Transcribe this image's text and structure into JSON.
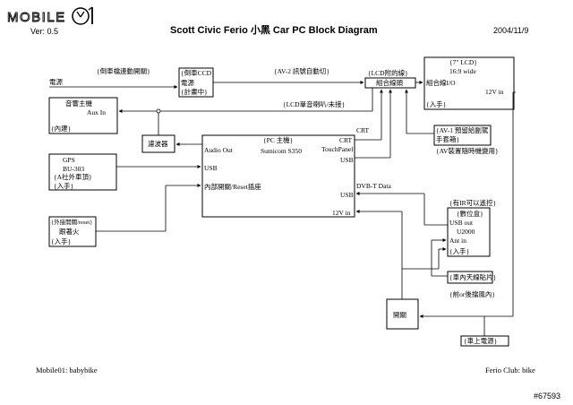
{
  "header": {
    "logo_text": "MOBILE",
    "logo_mark": "01",
    "version": "Ver: 0.5",
    "title": "Scott Civic Ferio 小黑 Car PC Block Diagram",
    "date": "2004/11/9"
  },
  "labels": {
    "power": "電源",
    "reverse_switch": "{倒車檔連動開關}",
    "av2": "{AV-2 訊號自動切}",
    "lcd_audio": "{LCD單音喇叭/未接}",
    "crt": "CRT",
    "dvb_data": "DVB-T Data"
  },
  "ccd": {
    "lines": [
      "{倒車CCD}",
      "電源",
      "{計畫中}"
    ]
  },
  "lcd_combo": {
    "label": "{LCD附的線}",
    "inner": "組合線頭"
  },
  "lcd": {
    "lines": [
      "{7\" LCD}",
      "16:9 wide",
      "組合線I/O",
      "12V in",
      "{入手}"
    ]
  },
  "audio": {
    "lines": [
      "音響主機",
      "Aux In",
      "{內建}"
    ]
  },
  "filter": {
    "label": "濾波器"
  },
  "pc": {
    "title": "{PC 主機}",
    "model": "Sumicom S350",
    "ports_left": [
      "Audio Out",
      "USB",
      "內部開關/Reset插座"
    ],
    "ports_right": [
      "CRT",
      "TouchPanel",
      "USB",
      "DVB-T Data",
      "USB",
      "12V in"
    ]
  },
  "av1": {
    "lines": [
      "{AV-1 預留給副駕",
      "手套箱}",
      "{AV裝置隨時機變用}"
    ]
  },
  "gps": {
    "lines": [
      "GPS",
      "BU-303",
      "{A社外車頂}",
      "{入手}"
    ]
  },
  "switch_box": {
    "lines": [
      "{外接開關/reset}",
      "跟著火",
      "{入手}"
    ]
  },
  "dtv": {
    "lines": [
      "{有IR可以遙控}",
      "{數位盒}",
      "USB out",
      "U2000",
      "Ant in",
      "{入手}"
    ]
  },
  "antenna": {
    "lines": [
      "{車內天線貼片}",
      "{前or後擋風內}"
    ]
  },
  "breaker": {
    "label": "開關"
  },
  "car_power": {
    "label": "{車上電源}"
  },
  "footer": {
    "left": "Mobile01: babybike",
    "right": "Ferio Club: bike",
    "id": "#67593"
  }
}
